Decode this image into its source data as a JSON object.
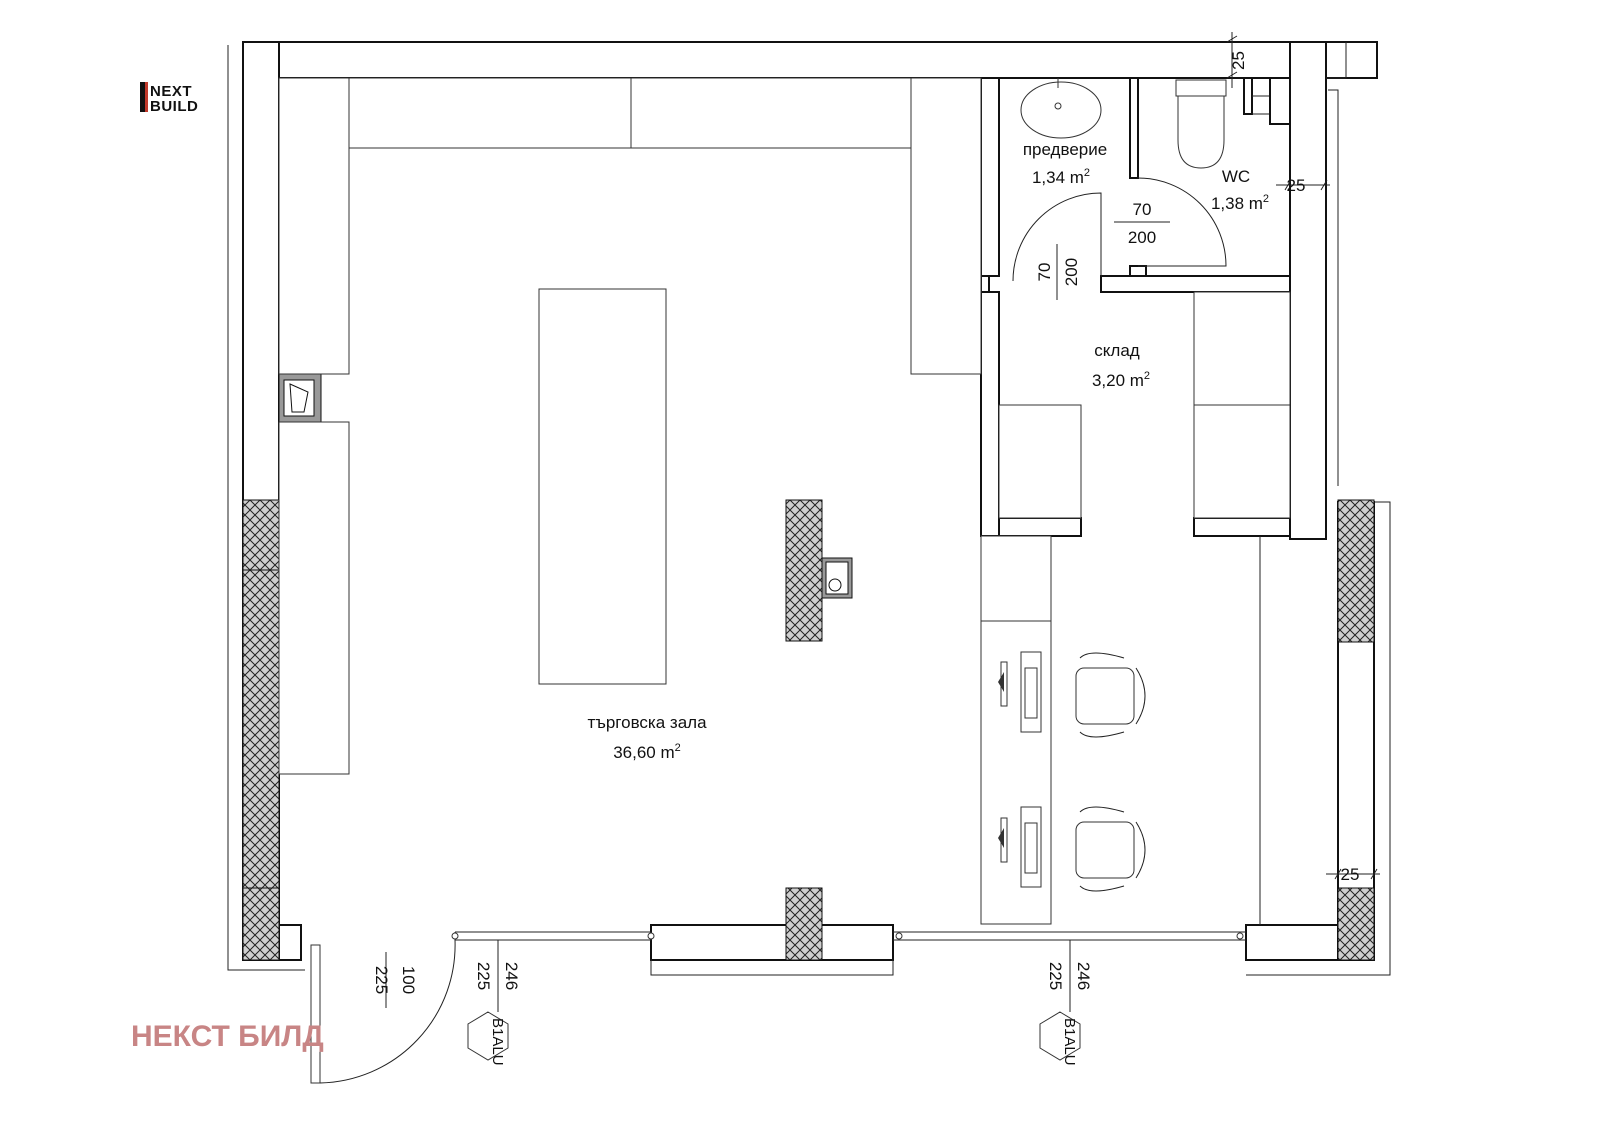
{
  "logo": {
    "line1": "NEXT",
    "line2": "BUILD"
  },
  "brand_watermark": "НЕКСТ БИЛД",
  "rooms": {
    "hall": {
      "name": "търговска зала",
      "area": "36,60 m",
      "sup": "2"
    },
    "foyer": {
      "name": "предверие",
      "area": "1,34 m",
      "sup": "2"
    },
    "wc": {
      "name": "WC",
      "area": "1,38 m",
      "sup": "2"
    },
    "storage": {
      "name": "склад",
      "area": "3,20 m",
      "sup": "2"
    }
  },
  "dimensions": {
    "wall_top": "25",
    "wall_right_upper": "25",
    "wall_right_lower": "25",
    "door_wc": {
      "width": "70",
      "height": "200"
    },
    "door_foyer": {
      "width": "70",
      "height": "200"
    },
    "entry_door": {
      "width": "100",
      "height": "225"
    },
    "window_left": {
      "width": "246",
      "height": "225"
    },
    "window_right": {
      "width": "246",
      "height": "225"
    }
  },
  "window_tags": {
    "left": "B1ALU",
    "right": "B1ALU"
  },
  "colors": {
    "brand": "#c88585",
    "wall_outline": "#111111",
    "column_fill": "#bbbbbb",
    "sink_gray": "#999999"
  }
}
